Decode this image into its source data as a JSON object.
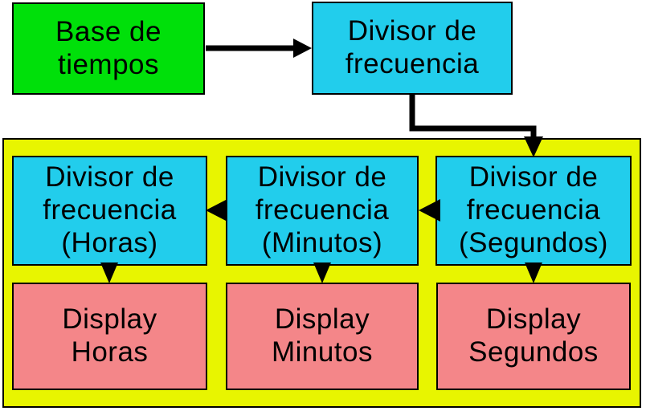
{
  "colors": {
    "background": "#ffffff",
    "green_box": "#00e00a",
    "cyan_box": "#22cdec",
    "yellow_container": "#e8f500",
    "pink_box": "#f48689",
    "border": "#000000",
    "arrow": "#000000"
  },
  "nodes": {
    "time_base": {
      "lines": [
        "Base de",
        "tiempos"
      ]
    },
    "freq_divider": {
      "lines": [
        "Divisor de",
        "frecuencia"
      ]
    },
    "divider_hours": {
      "lines": [
        "Divisor de",
        "frecuencia",
        "(Horas)"
      ]
    },
    "divider_minutes": {
      "lines": [
        "Divisor de",
        "frecuencia",
        "(Minutos)"
      ]
    },
    "divider_seconds": {
      "lines": [
        "Divisor de",
        "frecuencia",
        "(Segundos)"
      ]
    },
    "display_hours": {
      "lines": [
        "Display",
        "Horas"
      ]
    },
    "display_minutes": {
      "lines": [
        "Display",
        "Minutos"
      ]
    },
    "display_seconds": {
      "lines": [
        "Display",
        "Segundos"
      ]
    }
  },
  "edges": [
    {
      "from": "time_base",
      "to": "freq_divider"
    },
    {
      "from": "freq_divider",
      "to": "divider_seconds"
    },
    {
      "from": "divider_seconds",
      "to": "divider_minutes"
    },
    {
      "from": "divider_minutes",
      "to": "divider_hours"
    },
    {
      "from": "divider_hours",
      "to": "display_hours"
    },
    {
      "from": "divider_minutes",
      "to": "display_minutes"
    },
    {
      "from": "divider_seconds",
      "to": "display_seconds"
    }
  ]
}
